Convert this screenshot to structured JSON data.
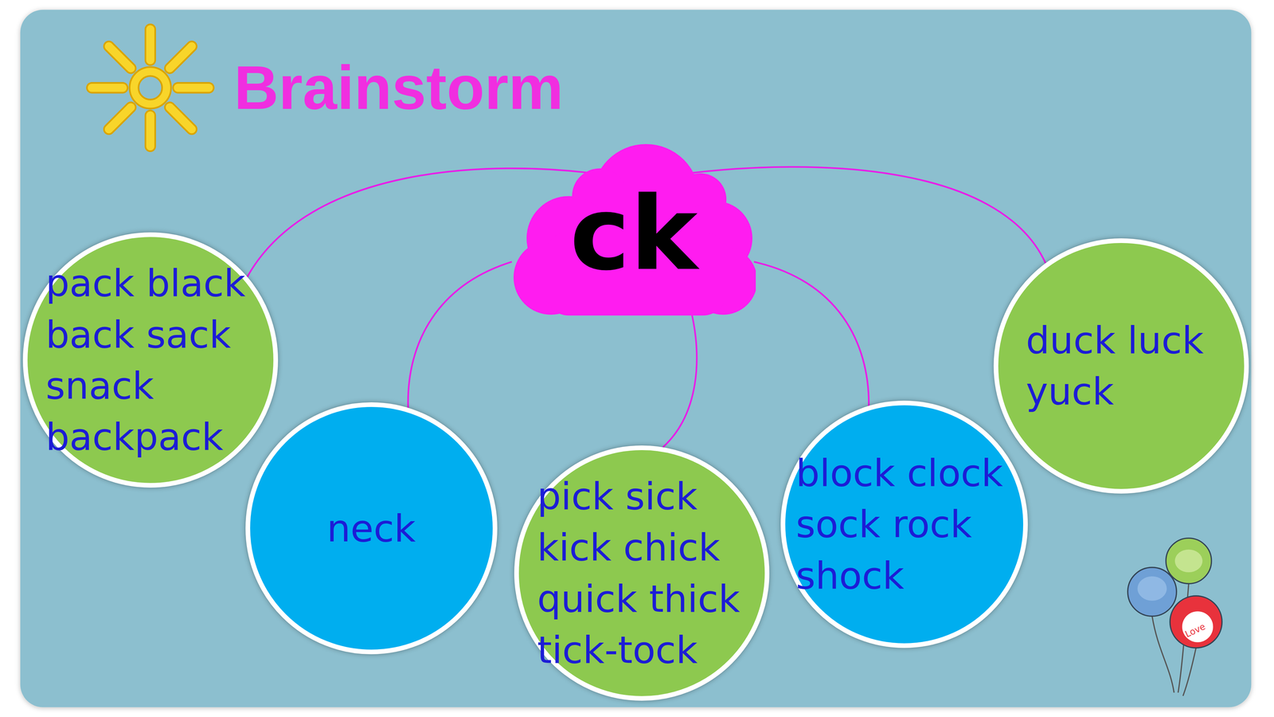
{
  "diagram": {
    "title": "Brainstorm",
    "nodes": [
      {
        "text": [
          "ck"
        ]
      },
      {
        "text": [
          "pack black back sack snack backpack"
        ]
      },
      {
        "text": [
          "neck"
        ]
      },
      {
        "text": [
          "pick sick kick chick quick thick tick-tock"
        ]
      },
      {
        "text": [
          "block clock sock rock shock"
        ]
      },
      {
        "text": [
          "duck luck yuck"
        ]
      }
    ],
    "edges": [
      {
        "from": 0,
        "to": 1,
        "arrow": "none"
      },
      {
        "from": 0,
        "to": 2,
        "arrow": "none"
      },
      {
        "from": 0,
        "to": 3,
        "arrow": "none"
      },
      {
        "from": 0,
        "to": 4,
        "arrow": "none"
      },
      {
        "from": 0,
        "to": 5,
        "arrow": "none"
      }
    ],
    "labels": [
      "Love"
    ]
  }
}
